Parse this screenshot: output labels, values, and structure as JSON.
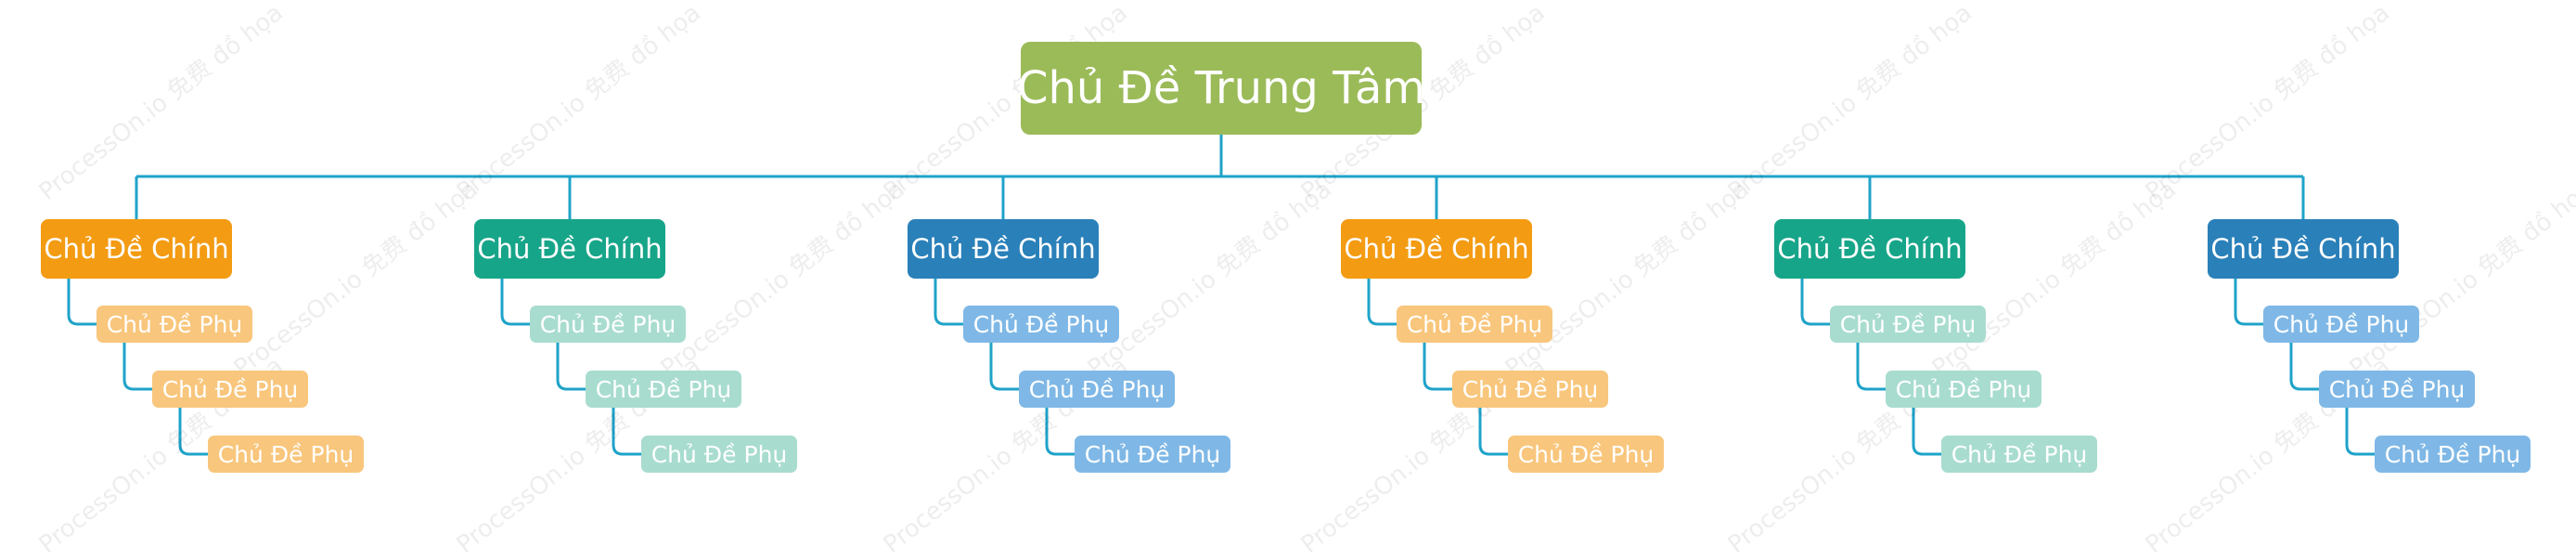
{
  "central": {
    "label": "Chủ Đề Trung Tâm",
    "color": "#9bbb59"
  },
  "line_color": "#1fa3c9",
  "watermark": "ProcessOn.io 免费 đồ họa",
  "branches": [
    {
      "label": "Chủ Đề Chính",
      "color": "#f39b12",
      "sub_color": "#f8c67c",
      "subs": [
        "Chủ Đề Phụ",
        "Chủ Đề Phụ",
        "Chủ Đề Phụ"
      ]
    },
    {
      "label": "Chủ Đề Chính",
      "color": "#17a589",
      "sub_color": "#a8dccf",
      "subs": [
        "Chủ Đề Phụ",
        "Chủ Đề Phụ",
        "Chủ Đề Phụ"
      ]
    },
    {
      "label": "Chủ Đề Chính",
      "color": "#2a80b9",
      "sub_color": "#7fb8e6",
      "subs": [
        "Chủ Đề Phụ",
        "Chủ Đề Phụ",
        "Chủ Đề Phụ"
      ]
    },
    {
      "label": "Chủ Đề Chính",
      "color": "#f39b12",
      "sub_color": "#f8c67c",
      "subs": [
        "Chủ Đề Phụ",
        "Chủ Đề Phụ",
        "Chủ Đề Phụ"
      ]
    },
    {
      "label": "Chủ Đề Chính",
      "color": "#17a589",
      "sub_color": "#a8dccf",
      "subs": [
        "Chủ Đề Phụ",
        "Chủ Đề Phụ",
        "Chủ Đề Phụ"
      ]
    },
    {
      "label": "Chủ Đề Chính",
      "color": "#2a80b9",
      "sub_color": "#7fb8e6",
      "subs": [
        "Chủ Đề Phụ",
        "Chủ Đề Phụ",
        "Chủ Đề Phụ"
      ]
    }
  ]
}
